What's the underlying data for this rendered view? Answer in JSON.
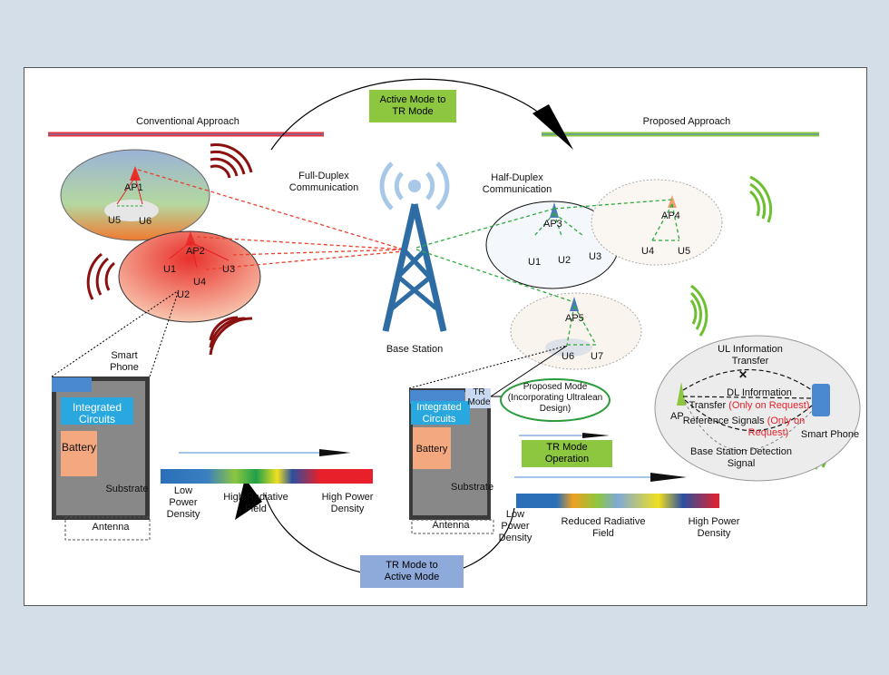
{
  "conventional": {
    "title": "Conventional Approach",
    "comm_label_1": "Full-Duplex",
    "comm_label_2": "Communication",
    "cells": [
      {
        "ap": "AP1",
        "users": [
          "U5",
          "U6"
        ]
      },
      {
        "ap": "AP2",
        "users": [
          "U1",
          "U2",
          "U3",
          "U4"
        ]
      }
    ],
    "phone_label_1": "Smart",
    "phone_label_2": "Phone",
    "phone_parts": {
      "ic_1": "Integrated",
      "ic_2": "Circuits",
      "battery": "Battery",
      "substrate": "Substrate",
      "antenna": "Antenna"
    },
    "gradient": {
      "low_1": "Low",
      "low_2": "Power",
      "low_3": "Density",
      "mid_1": "High Radiative",
      "mid_2": "Field",
      "high_1": "High Power",
      "high_2": "Density"
    },
    "bar_color": "#e8303a"
  },
  "proposed": {
    "title": "Proposed Approach",
    "comm_label_1": "Half-Duplex",
    "comm_label_2": "Communication",
    "cells": [
      {
        "ap": "AP3",
        "users": [
          "U1",
          "U2",
          "U3"
        ]
      },
      {
        "ap": "AP4",
        "users": [
          "U4",
          "U5"
        ]
      },
      {
        "ap": "AP5",
        "users": [
          "U6",
          "U7"
        ]
      }
    ],
    "phone_parts": {
      "tr_1": "TR",
      "tr_2": "Mode",
      "ic_1": "Integrated",
      "ic_2": "Circuits",
      "battery": "Battery",
      "substrate": "Substrate",
      "antenna": "Antenna"
    },
    "proposed_mode_1": "Proposed Mode",
    "proposed_mode_2": "(Incorporating Ultralean",
    "proposed_mode_3": "Design)",
    "tr_operation_1": "TR Mode",
    "tr_operation_2": "Operation",
    "gradient": {
      "low_1": "Low",
      "low_2": "Power",
      "low_3": "Density",
      "mid_1": "Reduced Radiative",
      "mid_2": "Field",
      "high_1": "High Power",
      "high_2": "Density"
    },
    "bar_color": "#8dc63f"
  },
  "base_station": "Base Station",
  "mode_switch": {
    "to_tr_1": "Active Mode to",
    "to_tr_2": "TR Mode",
    "to_active_1": "TR Mode to",
    "to_active_2": "Active Mode"
  },
  "signaling": {
    "ul_1": "UL Information",
    "ul_2": "Transfer",
    "dl_1": "DL Information",
    "dl_2": "Transfer",
    "on_request": "(Only on Request)",
    "ref_1": "Reference Signals",
    "ref_on": "(Only on",
    "ref_req": "Request)",
    "bs_1": "Base Station Detection",
    "bs_2": "Signal",
    "ap": "AP",
    "phone": "Smart Phone"
  },
  "colors": {
    "green_box": "#8dc63f",
    "blue_box": "#8eaadb",
    "tower": "#2e6da4",
    "red_link": "#e8402a",
    "green_link": "#2eaa3c"
  }
}
